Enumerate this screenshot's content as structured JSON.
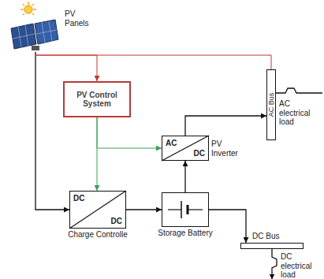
{
  "diagram": {
    "nodes": [
      {
        "text": [
          "PV Panels"
        ]
      },
      {
        "text": [
          "PV Control System"
        ]
      },
      {
        "text": [
          "DC",
          "DC",
          "Charge Controlle"
        ]
      },
      {
        "text": [
          "Storage Battery"
        ]
      },
      {
        "text": [
          "AC",
          "DC",
          "PV Inverter"
        ]
      },
      {
        "text": [
          "AC Bus"
        ]
      },
      {
        "text": [
          "DC Bus"
        ]
      },
      {
        "text": [
          "AC electrical load"
        ]
      },
      {
        "text": [
          "DC electrical load"
        ]
      }
    ],
    "edges": [
      {
        "from": 0,
        "to": 2,
        "arrow": "to"
      },
      {
        "from": 0,
        "to": 1,
        "arrow": "to"
      },
      {
        "from": 0,
        "to": 5,
        "arrow": "none"
      },
      {
        "from": 1,
        "to": 4,
        "arrow": "to"
      },
      {
        "from": 1,
        "to": 2,
        "arrow": "to"
      },
      {
        "from": 2,
        "to": 3,
        "arrow": "to"
      },
      {
        "from": 3,
        "to": 4,
        "arrow": "to"
      },
      {
        "from": 4,
        "to": 5,
        "arrow": "to"
      },
      {
        "from": 3,
        "to": 6,
        "arrow": "to"
      },
      {
        "from": 5,
        "to": 7,
        "arrow": "none"
      },
      {
        "from": 6,
        "to": 8,
        "arrow": "to"
      }
    ]
  }
}
